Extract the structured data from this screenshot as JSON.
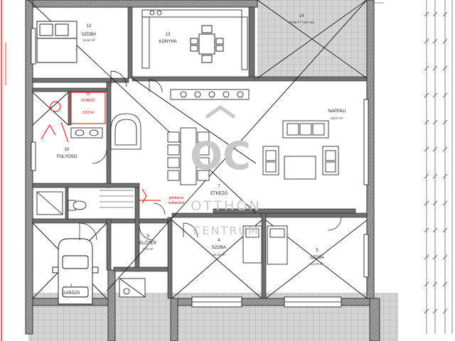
{
  "rooms": [
    {
      "number": "12",
      "name": "SZOBA",
      "area": "14,12 m²"
    },
    {
      "number": "13",
      "name": "KONYHA",
      "area": ""
    },
    {
      "number": "14",
      "name": "FEDETT TERASZ",
      "area": ""
    },
    {
      "number": "16",
      "name": "FÜRDŐ",
      "area": "3,83 m²"
    },
    {
      "number": "10",
      "name": "FOLYOSO",
      "area": ""
    },
    {
      "number": "",
      "name": "NAPPALI",
      "area": "28,57 m²"
    },
    {
      "number": "7",
      "name": "ÉTKEZŐ",
      "area": ""
    },
    {
      "number": "3",
      "name": "ELŐTÉR",
      "area": "4,72 m²"
    },
    {
      "number": "4",
      "name": "SZOBA",
      "area": "14,12 m²"
    },
    {
      "number": "5",
      "name": "SZOBA",
      "area": "14,20 m²"
    },
    {
      "number": "1",
      "name": "GARÁZS",
      "area": ""
    }
  ],
  "annotations": {
    "red_note_line1": "járókaros",
    "red_note_line2": "nyílászáró"
  },
  "watermark": {
    "logo": "OC",
    "line1": "OTTHON",
    "line2": "CENTRUM"
  },
  "colors": {
    "wall": "#8a8a8a",
    "wall_dark": "#444444",
    "tile": "#c8c8c8",
    "red_markup": "#e00000",
    "ink": "#111111"
  },
  "icons": [
    "car-icon",
    "bed-icon",
    "dining-table-icon",
    "bathtub-icon",
    "toilet-icon",
    "sink-icon",
    "shower-icon",
    "door-swing-icon"
  ]
}
